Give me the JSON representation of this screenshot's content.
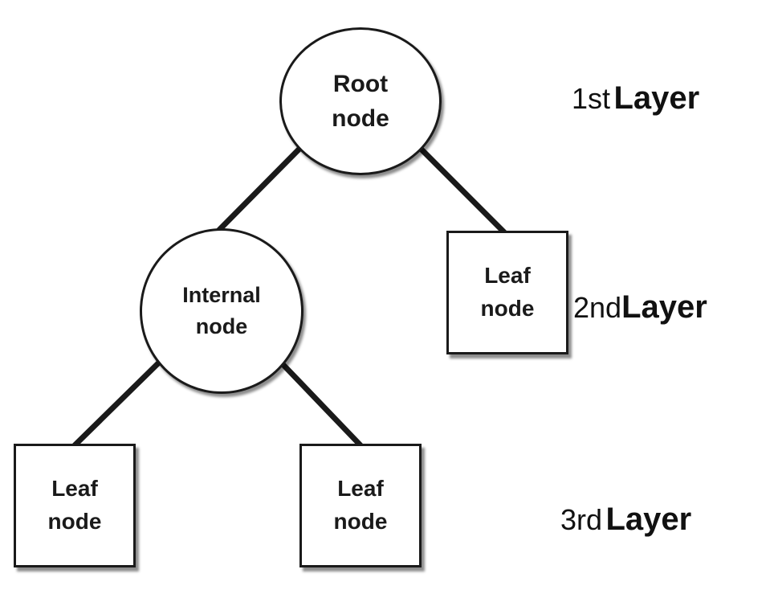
{
  "nodes": {
    "root": {
      "label": "Root\nnode",
      "shape": "circle"
    },
    "internal": {
      "label": "Internal\nnode",
      "shape": "circle"
    },
    "leaf_right": {
      "label": "Leaf\nnode",
      "shape": "square"
    },
    "leaf_left_left": {
      "label": "Leaf\nnode",
      "shape": "square"
    },
    "leaf_left_right": {
      "label": "Leaf\nnode",
      "shape": "square"
    }
  },
  "edges": [
    {
      "from": "root",
      "to": "internal"
    },
    {
      "from": "root",
      "to": "leaf_right"
    },
    {
      "from": "internal",
      "to": "leaf_left_left"
    },
    {
      "from": "internal",
      "to": "leaf_left_right"
    }
  ],
  "layers": [
    {
      "ordinal": "1st",
      "word": "Layer"
    },
    {
      "ordinal": "2nd",
      "word": "Layer"
    },
    {
      "ordinal": "3rd",
      "word": "Layer"
    }
  ],
  "colors": {
    "stroke": "#1a1a1a",
    "background": "#ffffff"
  }
}
